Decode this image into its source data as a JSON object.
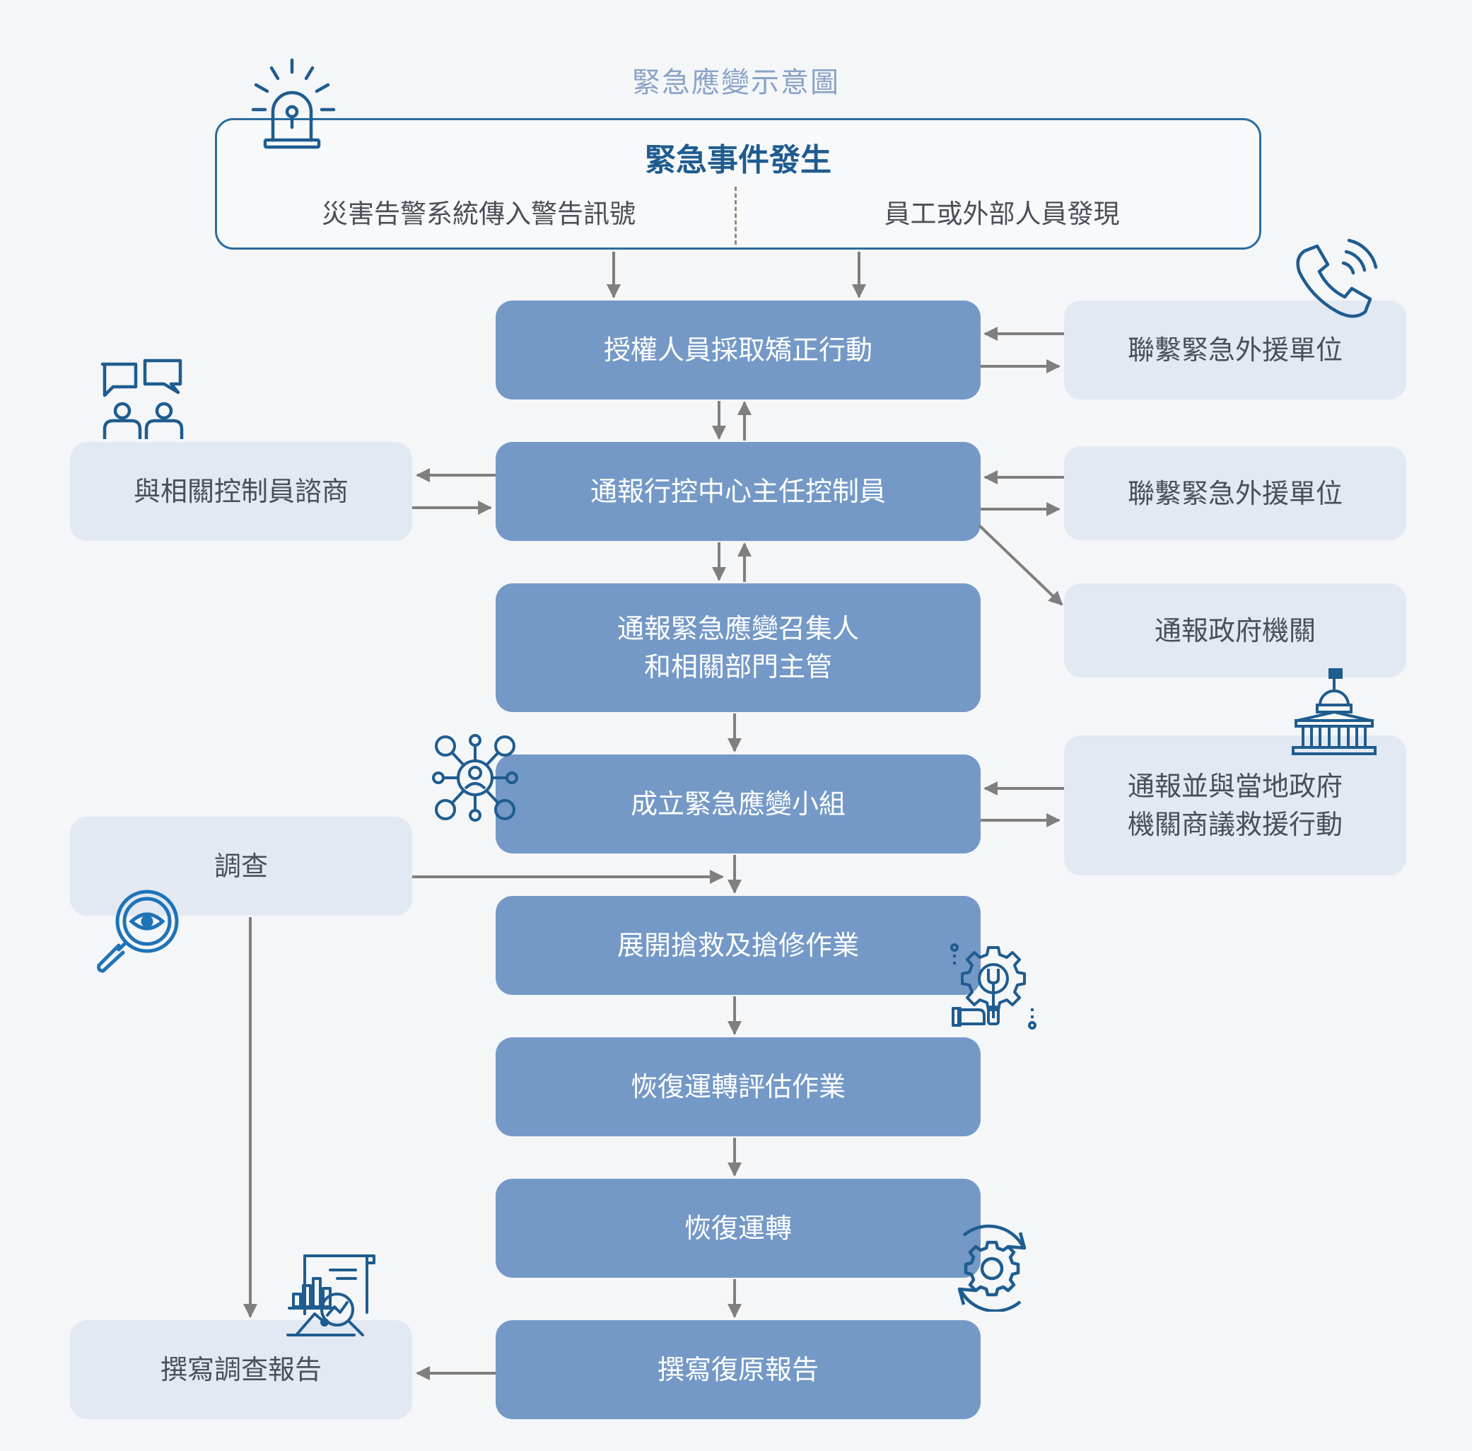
{
  "title": "緊急應變示意圖",
  "start": {
    "title": "緊急事件發生",
    "left_source": "災害告警系統傳入警告訊號",
    "right_source": "員工或外部人員發現"
  },
  "main_steps": [
    {
      "label": "授權人員採取矯正行動"
    },
    {
      "label": "通報行控中心主任控制員"
    },
    {
      "line1": "通報緊急應變召集人",
      "line2": "和相關部門主管"
    },
    {
      "label": "成立緊急應變小組"
    },
    {
      "label": "展開搶救及搶修作業"
    },
    {
      "label": "恢復運轉評估作業"
    },
    {
      "label": "恢復運轉"
    },
    {
      "label": "撰寫復原報告"
    }
  ],
  "right_nodes": [
    {
      "label": "聯繫緊急外援單位"
    },
    {
      "label": "聯繫緊急外援單位"
    },
    {
      "label": "通報政府機關"
    },
    {
      "line1": "通報並與當地政府",
      "line2": "機關商議救援行動"
    }
  ],
  "left_nodes": [
    {
      "label": "與相關控制員諮商"
    },
    {
      "label": "調查"
    },
    {
      "label": "撰寫調查報告"
    }
  ],
  "icons": [
    "siren-icon",
    "phone-icon",
    "consultation-icon",
    "government-building-icon",
    "team-network-icon",
    "investigation-icon",
    "maintenance-gear-icon",
    "recovery-gear-icon",
    "report-analysis-icon"
  ],
  "colors": {
    "main_node": "#7499c7",
    "side_node": "#e2e9f3",
    "icon": "#1f5c8f",
    "arrow": "#7f7f7f",
    "title": "#8aa3c8"
  }
}
